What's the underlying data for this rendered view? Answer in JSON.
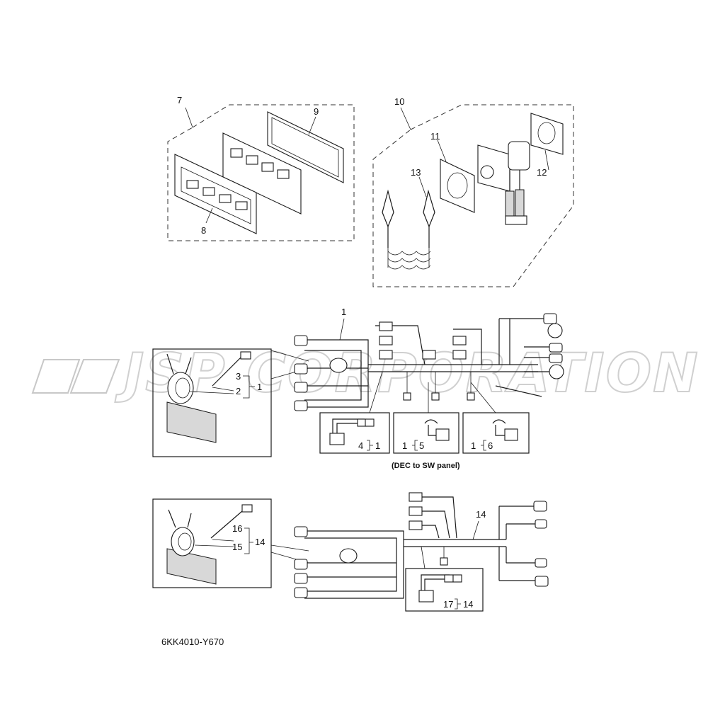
{
  "labels": {
    "l1": "1",
    "l1b": "1",
    "l2": "2",
    "l3": "3",
    "l4": "4",
    "l5": "5",
    "l6": "6",
    "l7": "7",
    "l8": "8",
    "l9": "9",
    "l10": "10",
    "l11": "11",
    "l12": "12",
    "l13": "13",
    "l14": "14",
    "l14b": "14",
    "l14c": "14",
    "l15": "15",
    "l16": "16",
    "l17": "17",
    "k4": "1",
    "k5": "1",
    "k6": "1"
  },
  "caption": "(DEC to SW panel)",
  "drawing_code": "6KK4010-Y670",
  "watermark": "JSP CORPORATION"
}
